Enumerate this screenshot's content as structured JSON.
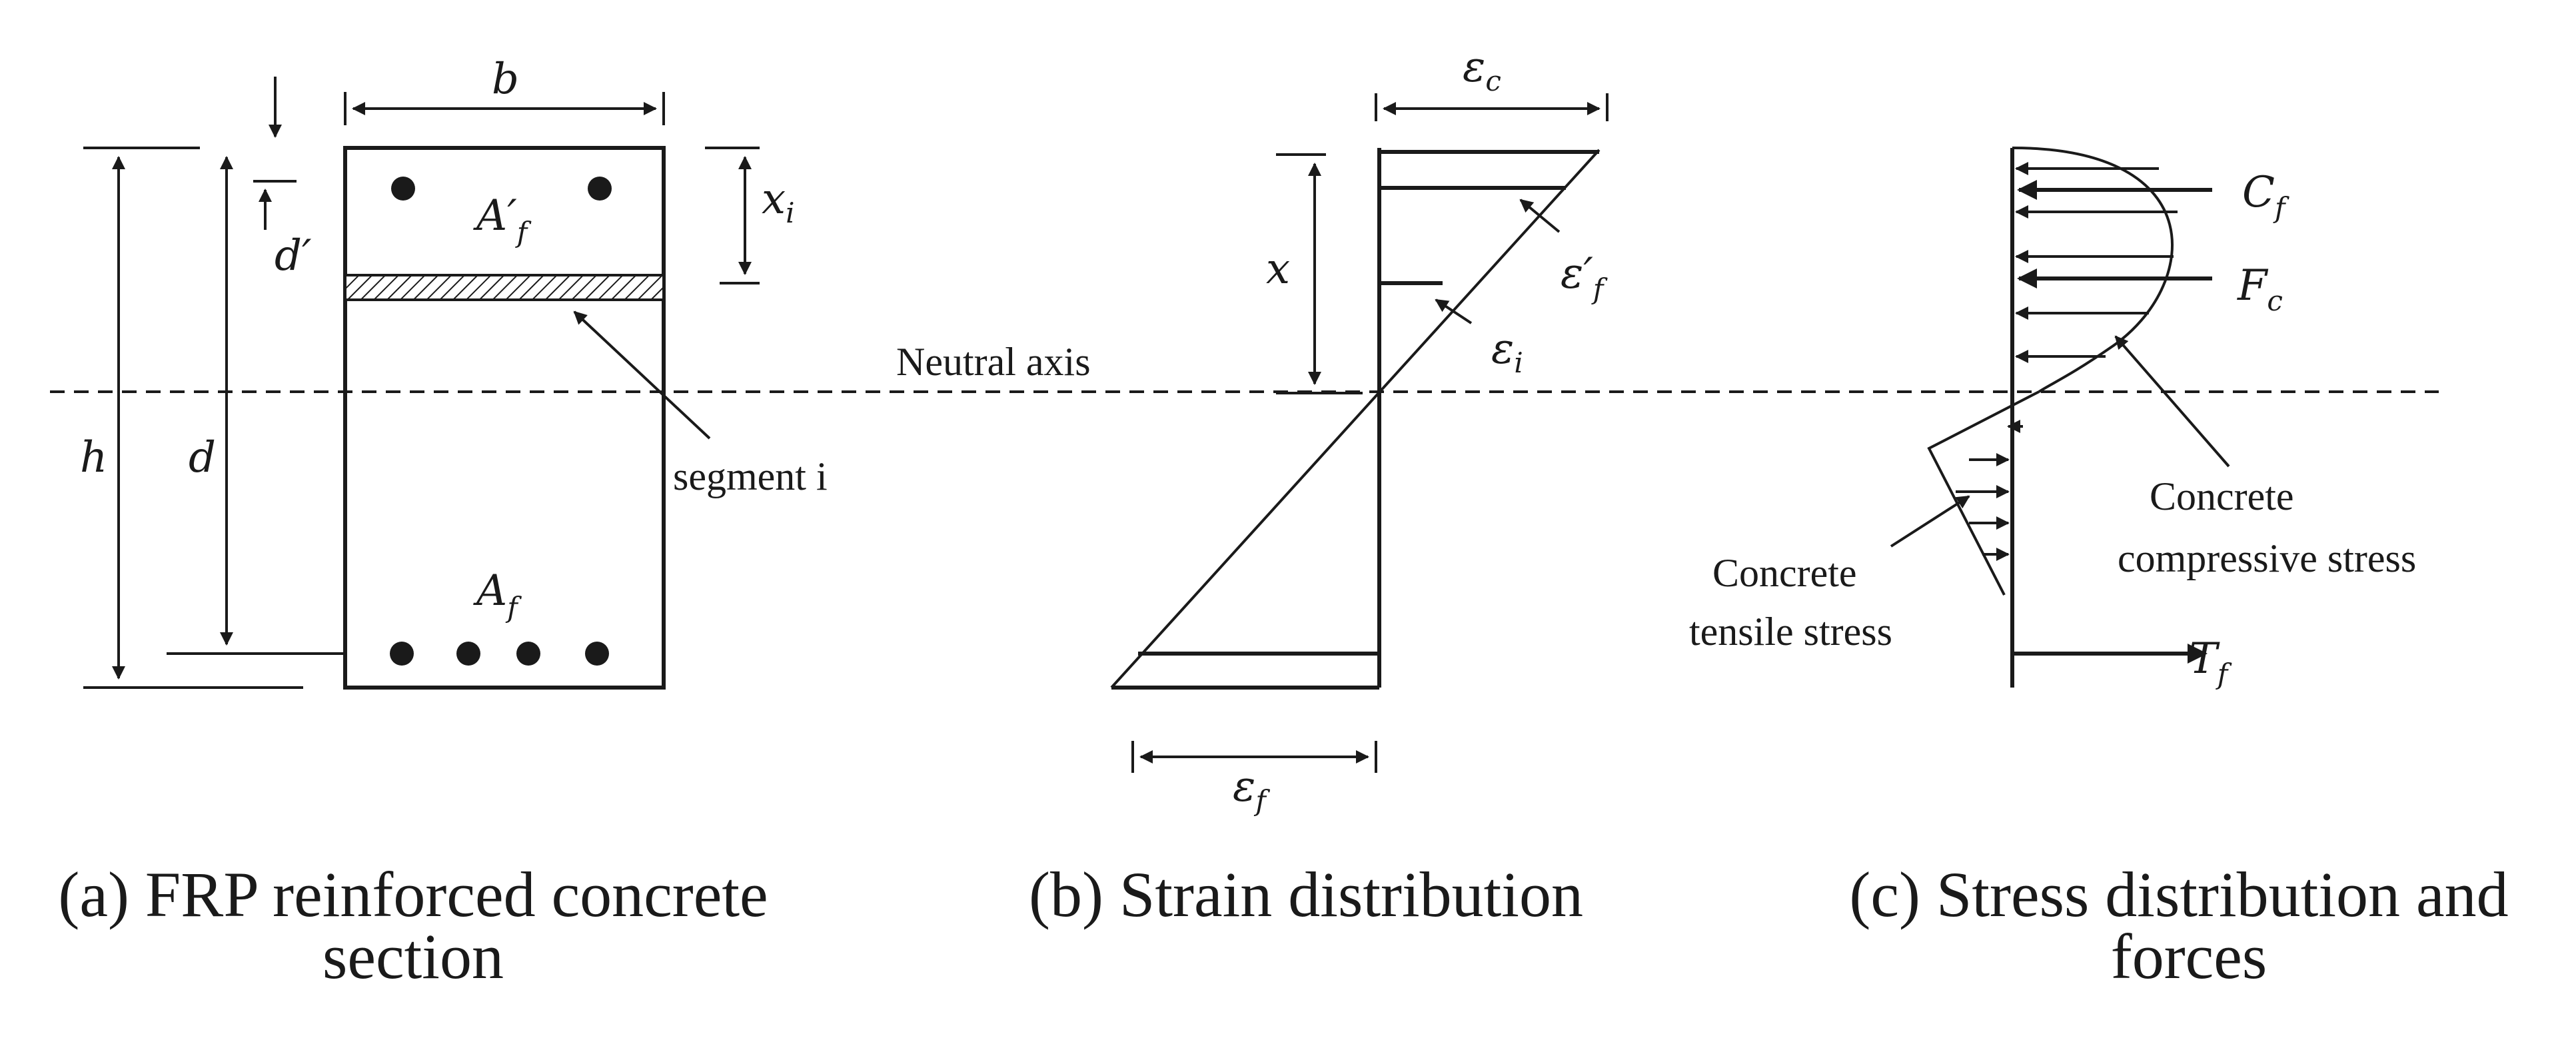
{
  "panel_a": {
    "b": "b",
    "h": "h",
    "d": "d",
    "d_prime": "d′",
    "Af_prime": "A′",
    "Af_prime_sub": "f",
    "Af": "A",
    "Af_sub": "f",
    "x": "x",
    "x_sub": "i",
    "segment": "segment i",
    "caption_line1": "(a) FRP reinforced concrete",
    "caption_line2": "section"
  },
  "panel_b": {
    "neutral_axis": "Neutral axis",
    "x": "x",
    "eps": "ε",
    "eps_c_sub": "c",
    "eps_f_prime_main": "ε′",
    "eps_f_prime_sub": "f",
    "eps_i_sub": "i",
    "eps_f_sub": "f",
    "caption": "(b) Strain distribution"
  },
  "panel_c": {
    "C": "C",
    "C_sub": "f",
    "F": "F",
    "F_sub": "c",
    "T": "T",
    "T_sub": "f",
    "comp_line1": "Concrete",
    "comp_line2": "compressive stress",
    "tens_line1": "Concrete",
    "tens_line2": "tensile stress",
    "caption_line1": "(c) Stress distribution and",
    "caption_line2": "forces"
  }
}
